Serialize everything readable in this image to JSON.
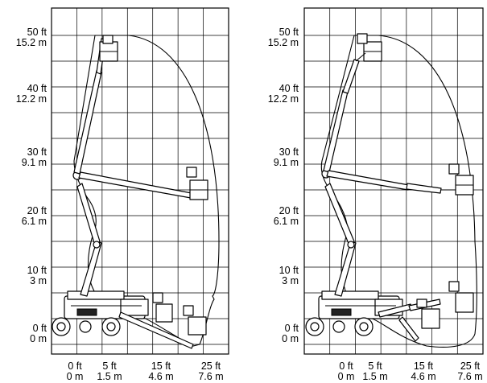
{
  "diagrams": [
    {
      "y_labels": [
        {
          "ft": "50 ft",
          "m": "15.2 m"
        },
        {
          "ft": "40 ft",
          "m": "12.2 m"
        },
        {
          "ft": "30 ft",
          "m": "9.1 m"
        },
        {
          "ft": "20 ft",
          "m": "6.1 m"
        },
        {
          "ft": "10 ft",
          "m": "3 m"
        },
        {
          "ft": "0 ft",
          "m": "0 m"
        }
      ],
      "x_labels": [
        {
          "ft": "0 ft",
          "m": "0 m"
        },
        {
          "ft": "5 ft",
          "m": "1.5 m"
        },
        {
          "ft": "15 ft",
          "m": "4.6 m"
        },
        {
          "ft": "25 ft",
          "m": "7.6 m"
        }
      ]
    },
    {
      "y_labels": [
        {
          "ft": "50 ft",
          "m": "15.2 m"
        },
        {
          "ft": "40 ft",
          "m": "12.2 m"
        },
        {
          "ft": "30 ft",
          "m": "9.1 m"
        },
        {
          "ft": "20 ft",
          "m": "6.1 m"
        },
        {
          "ft": "10 ft",
          "m": "3 m"
        },
        {
          "ft": "0 ft",
          "m": "0 m"
        }
      ],
      "x_labels": [
        {
          "ft": "0 ft",
          "m": "0 m"
        },
        {
          "ft": "5 ft",
          "m": "1.5 m"
        },
        {
          "ft": "15 ft",
          "m": "4.6 m"
        },
        {
          "ft": "25 ft",
          "m": "7.6 m"
        }
      ]
    }
  ]
}
